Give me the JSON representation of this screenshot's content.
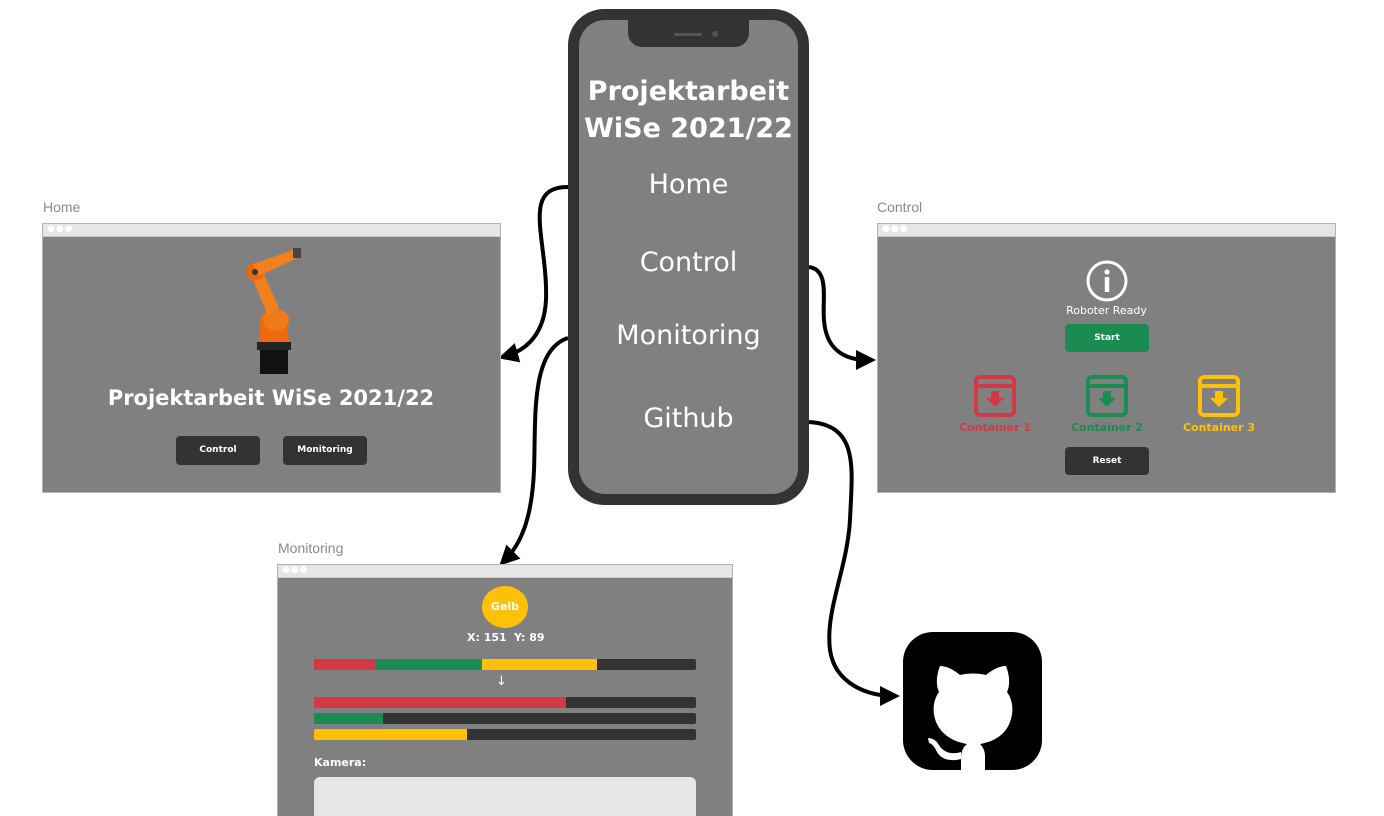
{
  "colors": {
    "red": "#d13a44",
    "green": "#1a8c52",
    "yellow": "#ffc107",
    "panel": "#808080",
    "dark": "#333333"
  },
  "phone": {
    "title_line1": "Projektarbeit",
    "title_line2": "WiSe 2021/22",
    "menu": [
      "Home",
      "Control",
      "Monitoring",
      "Github"
    ]
  },
  "home": {
    "label": "Home",
    "title": "Projektarbeit WiSe 2021/22",
    "buttons": [
      "Control",
      "Monitoring"
    ],
    "image": "kuka-robot-arm"
  },
  "control": {
    "label": "Control",
    "status_icon": "info-icon",
    "status": "Roboter Ready",
    "start_label": "Start",
    "containers": [
      {
        "label": "Container 1",
        "color": "#d13a44"
      },
      {
        "label": "Container 2",
        "color": "#1a8c52"
      },
      {
        "label": "Container 3",
        "color": "#ffc107"
      }
    ],
    "reset_label": "Reset"
  },
  "monitoring": {
    "label": "Monitoring",
    "color_badge": "Gelb",
    "x_label": "X: 151",
    "y_label": "Y: 89",
    "distribution": [
      {
        "color": "#d13a44",
        "fraction": 0.16
      },
      {
        "color": "#1a8c52",
        "fraction": 0.28
      },
      {
        "color": "#ffc107",
        "fraction": 0.3
      }
    ],
    "fill_bars": [
      {
        "color": "#d13a44",
        "fraction": 0.66
      },
      {
        "color": "#1a8c52",
        "fraction": 0.18
      },
      {
        "color": "#ffc107",
        "fraction": 0.4
      }
    ],
    "camera_label": "Kamera:"
  },
  "github": {
    "icon": "github-icon"
  }
}
